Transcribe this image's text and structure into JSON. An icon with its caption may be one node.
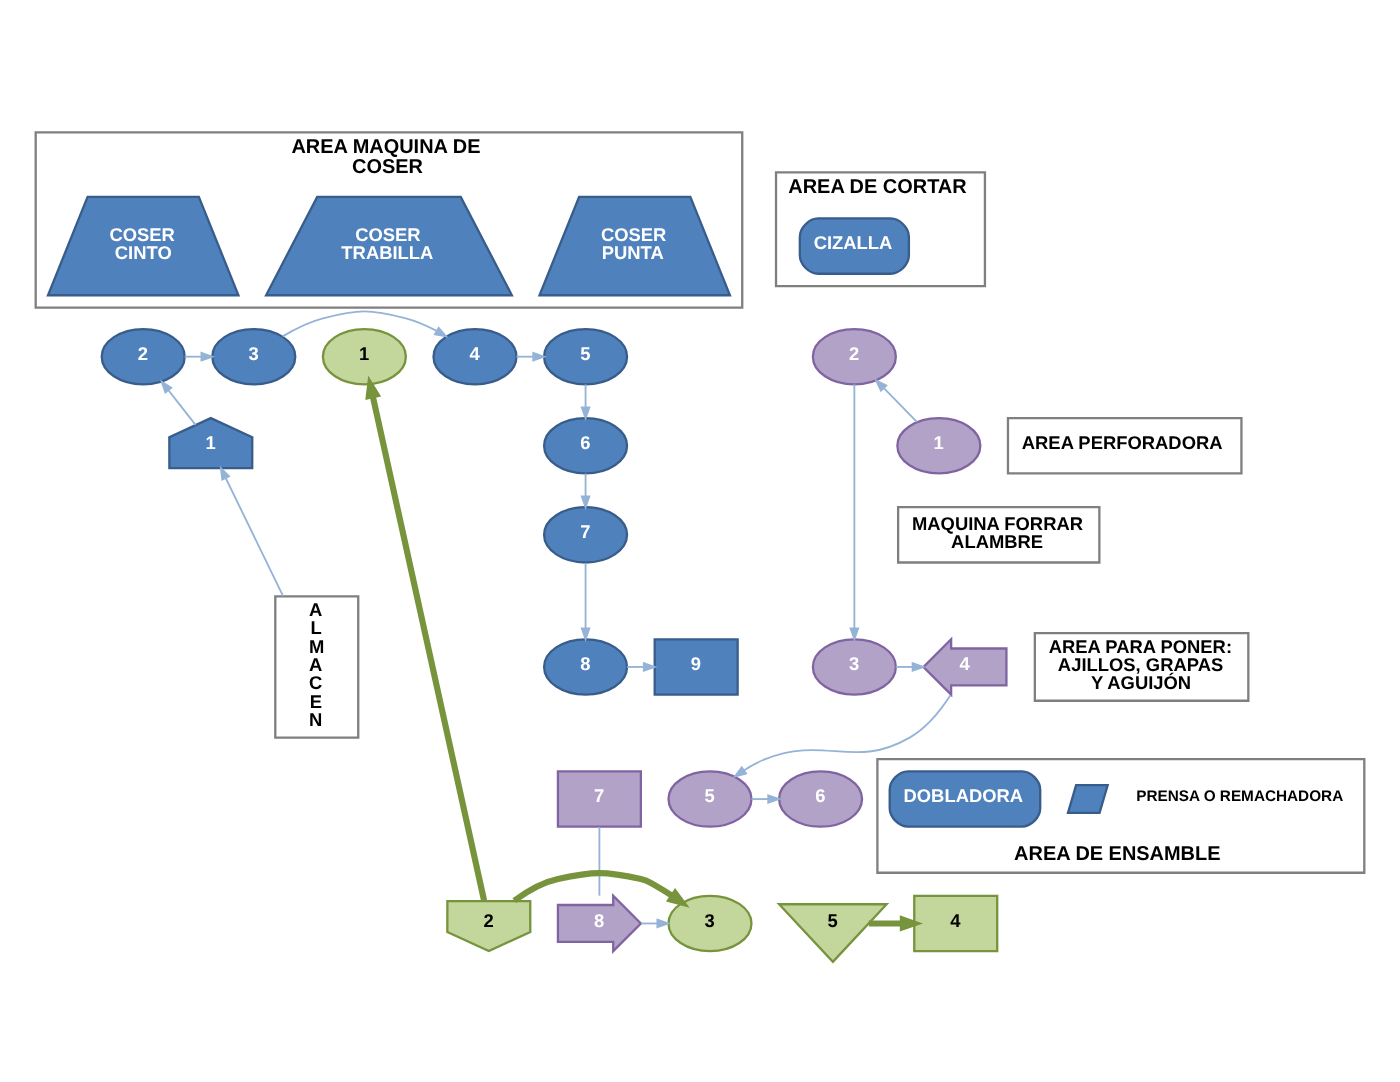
{
  "diagram": {
    "nodes": [
      {
        "text": [
          "AREA MAQUINA DE COSER"
        ]
      },
      {
        "text": [
          "COSER CINTO"
        ],
        "in": 0
      },
      {
        "text": [
          "COSER TRABILLA"
        ],
        "in": 0
      },
      {
        "text": [
          "COSER PUNTA"
        ],
        "in": 0
      },
      {
        "text": [
          "2"
        ]
      },
      {
        "text": [
          "3"
        ]
      },
      {
        "text": [
          "1"
        ]
      },
      {
        "text": [
          "4"
        ]
      },
      {
        "text": [
          "5"
        ]
      },
      {
        "text": [
          "AREA DE CORTAR"
        ]
      },
      {
        "text": [
          "CIZALLA"
        ],
        "in": 9
      },
      {
        "text": [
          "2"
        ]
      },
      {
        "text": [
          "AREA PERFORADORA"
        ]
      },
      {
        "text": [
          "6"
        ]
      },
      {
        "text": [
          "7"
        ]
      },
      {
        "text": [
          "1"
        ]
      },
      {
        "text": [
          "1"
        ]
      },
      {
        "text": [
          "ALMACEN"
        ]
      },
      {
        "text": [
          "9"
        ]
      },
      {
        "text": [
          "8"
        ]
      },
      {
        "text": [
          "MAQUINA FORRAR ALAMBRE"
        ]
      },
      {
        "text": [
          "AREA PARA PONER: AJILLOS, GRAPAS Y AGUIJÓN"
        ]
      },
      {
        "text": [
          "4"
        ]
      },
      {
        "text": [
          "3"
        ]
      },
      {
        "text": [
          "7"
        ]
      },
      {
        "text": [
          "6"
        ]
      },
      {
        "text": [
          "5"
        ]
      },
      {
        "text": [
          "AREA DE ENSAMBLE"
        ]
      },
      {
        "text": [],
        "shape": "parallelogram",
        "beside": [
          "PRENSA O REMACHADORA"
        ],
        "in": 27
      },
      {
        "text": [
          "DOBLADORA"
        ],
        "in": 27
      },
      {
        "text": [
          "2"
        ]
      },
      {
        "text": [
          "8"
        ]
      },
      {
        "text": [
          "4"
        ]
      },
      {
        "text": [
          "3"
        ]
      },
      {
        "text": [
          "5"
        ]
      }
    ],
    "edges": [
      {
        "from": 17,
        "to": 15,
        "arrow": "to"
      },
      {
        "from": 15,
        "to": 4,
        "arrow": "to"
      },
      {
        "from": 4,
        "to": 5,
        "arrow": "to"
      },
      {
        "from": 5,
        "to": 7,
        "arrow": "to"
      },
      {
        "from": 7,
        "to": 8,
        "arrow": "to"
      },
      {
        "from": 8,
        "to": 13,
        "arrow": "to"
      },
      {
        "from": 13,
        "to": 14,
        "arrow": "to"
      },
      {
        "from": 14,
        "to": 19,
        "arrow": "to"
      },
      {
        "from": 19,
        "to": 18,
        "arrow": "to"
      },
      {
        "from": 16,
        "to": 11,
        "arrow": "to"
      },
      {
        "from": 11,
        "to": 23,
        "arrow": "to"
      },
      {
        "from": 23,
        "to": 22,
        "arrow": "to"
      },
      {
        "from": 22,
        "to": 26,
        "arrow": "to"
      },
      {
        "from": 26,
        "to": 25,
        "arrow": "to"
      },
      {
        "from": 24,
        "to": 31,
        "arrow": "none"
      },
      {
        "from": 31,
        "to": 33,
        "arrow": "to"
      },
      {
        "from": 30,
        "to": 6,
        "arrow": "to",
        "style": "thick",
        "color": "#77933c"
      },
      {
        "from": 30,
        "to": 33,
        "arrow": "to",
        "style": "thick",
        "color": "#77933c"
      },
      {
        "from": 34,
        "to": 32,
        "arrow": "to",
        "style": "thick",
        "color": "#77933c"
      }
    ]
  }
}
